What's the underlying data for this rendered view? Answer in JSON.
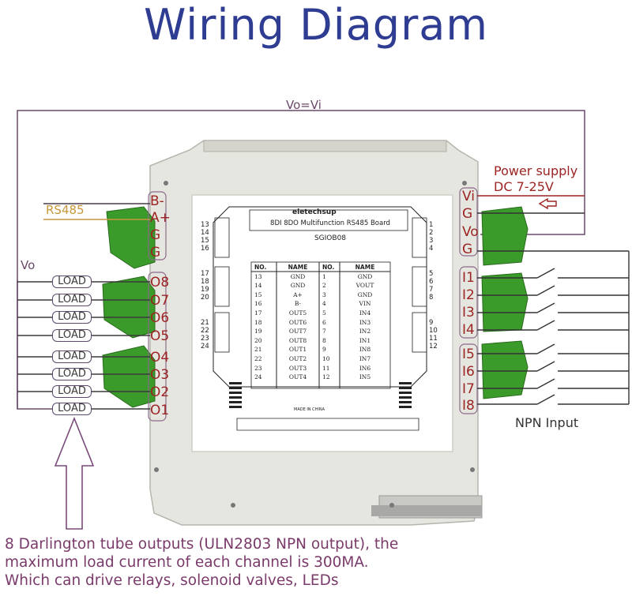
{
  "title": "Wiring Diagram",
  "labels": {
    "vo_vi": "Vo=Vi",
    "power_supply": "Power supply",
    "dc_range": "DC 7-25V",
    "rs485": "RS485",
    "vo": "Vo",
    "npn_input": "NPN Input"
  },
  "left_terminals": [
    "B-",
    "A+",
    "G",
    "G"
  ],
  "right_terminals": [
    "Vi",
    "G",
    "Vo",
    "G"
  ],
  "output_terminals": [
    "O8",
    "O7",
    "O6",
    "O5",
    "O4",
    "O3",
    "O2",
    "O1"
  ],
  "input_terminals": [
    "I1",
    "I2",
    "I3",
    "I4",
    "I5",
    "I6",
    "I7",
    "I8"
  ],
  "load_label": "LOAD",
  "board": {
    "brand": "eletechsup",
    "name": "8DI 8DO Multifunction RS485 Board",
    "model": "SGIOB08",
    "made_in": "MADE IN CHINA",
    "pins_left": [
      "13",
      "14",
      "15",
      "16",
      "17",
      "18",
      "19",
      "20",
      "21",
      "22",
      "23",
      "24"
    ],
    "pins_right": [
      "1",
      "2",
      "3",
      "4",
      "5",
      "6",
      "7",
      "8",
      "9",
      "10",
      "11",
      "12"
    ],
    "table_headers": [
      "NO.",
      "NAME",
      "NO.",
      "NAME"
    ],
    "table_rows": [
      [
        "13",
        "GND",
        "1",
        "GND"
      ],
      [
        "14",
        "GND",
        "2",
        "VOUT"
      ],
      [
        "15",
        "A+",
        "3",
        "GND"
      ],
      [
        "16",
        "B-",
        "4",
        "VIN"
      ],
      [
        "17",
        "OUT5",
        "5",
        "IN4"
      ],
      [
        "18",
        "OUT6",
        "6",
        "IN3"
      ],
      [
        "19",
        "OUT7",
        "7",
        "IN2"
      ],
      [
        "20",
        "OUT8",
        "8",
        "IN1"
      ],
      [
        "21",
        "OUT1",
        "9",
        "IN8"
      ],
      [
        "22",
        "OUT2",
        "10",
        "IN7"
      ],
      [
        "23",
        "OUT3",
        "11",
        "IN6"
      ],
      [
        "24",
        "OUT4",
        "12",
        "IN5"
      ]
    ]
  },
  "note_lines": [
    "8 Darlington tube outputs (ULN2803 NPN output), the",
    "maximum load current of each channel is 300MA.",
    "Which can drive relays, solenoid valves, LEDs"
  ],
  "colors": {
    "title": "#2e3d91",
    "wire": "#6a4a6a",
    "terminal_text": "#9c2424",
    "terminal_green": "#3a9a2a",
    "rs485": "#c8963c",
    "power": "#9c2424",
    "note": "#7a3a6a"
  }
}
